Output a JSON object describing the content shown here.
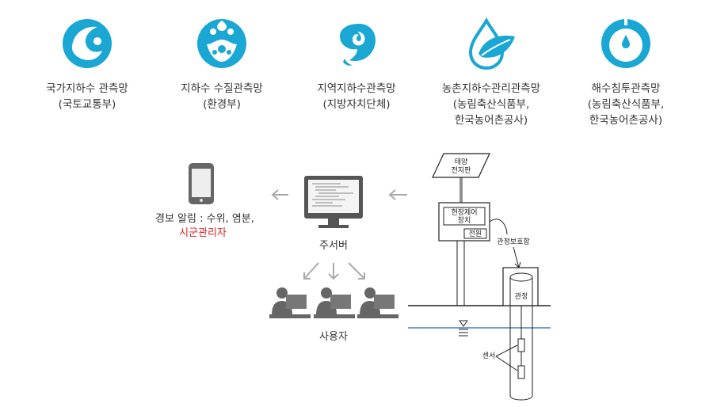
{
  "categories": [
    {
      "line1": "국가지하수 관측망",
      "line2": "(국토교통부)",
      "line3": "",
      "icon": "drop-wave-icon"
    },
    {
      "line1": "지하수 수질관측망",
      "line2": "(환경부)",
      "line3": "",
      "icon": "water-spring-icon"
    },
    {
      "line1": "지역지하수관측망",
      "line2": "(지방자치단체)",
      "line3": "",
      "icon": "swirl-icon"
    },
    {
      "line1": "농촌지하수관리관측망",
      "line2": "(농림축산식품부,",
      "line3": "한국농어촌공사)",
      "icon": "leaf-drop-icon"
    },
    {
      "line1": "해수침투관측망",
      "line2": "(농림축산식품부,",
      "line3": "한국농어촌공사)",
      "icon": "circle-drop-icon"
    }
  ],
  "colors": {
    "accent": "#1aa7d3",
    "alert": "#d22222",
    "arrow": "#aaaaaa"
  },
  "alert": {
    "prefix": "경보 알림 : 수위, 염분,",
    "recipient": "시군관리자"
  },
  "server": {
    "label": "주서버"
  },
  "users": {
    "label": "사용자"
  },
  "station": {
    "solar_panel": [
      "태양",
      "전지판"
    ],
    "controller": [
      "현장제어",
      "장치"
    ],
    "power": "전원",
    "protector": "관정보호함",
    "well": "관정",
    "sensor": "센서"
  }
}
